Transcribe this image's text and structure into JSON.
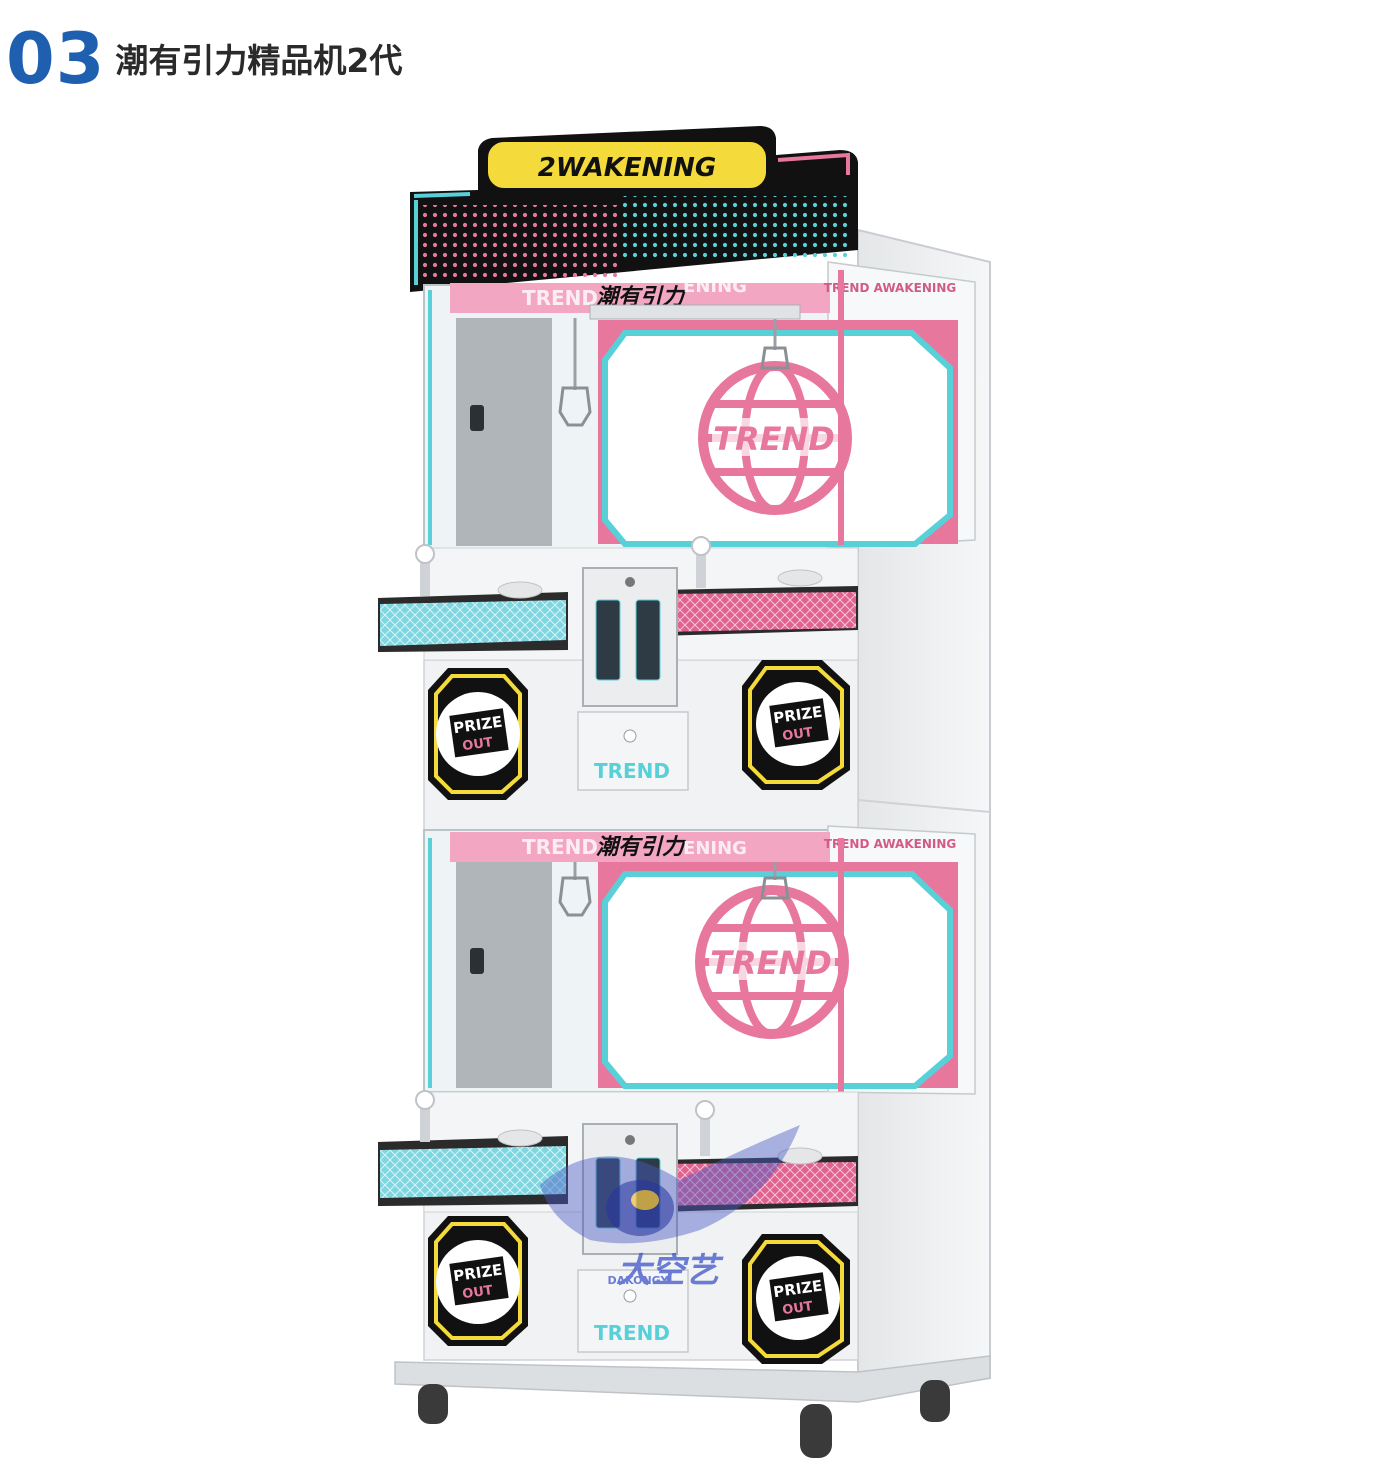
{
  "header": {
    "number": "03",
    "title": "潮有引力精品机2代"
  },
  "marquee": {
    "logo_text": "2WAKENING"
  },
  "top_level": {
    "banner_text": "潮有引力",
    "banner_side_left": "TREND",
    "banner_side_right": "ENING",
    "side_strip_text": "TREND AWAKENING",
    "globe_text": "TREND",
    "prize_left_line1": "PRIZE",
    "prize_left_line2": "OUT",
    "prize_right_line1": "PRIZE",
    "prize_right_line2": "OUT",
    "cash_panel_text": "TREND"
  },
  "bottom_level": {
    "banner_text": "潮有引力",
    "banner_side_left": "TREND",
    "banner_side_right": "ENING",
    "side_strip_text": "TREND AWAKENING",
    "globe_text": "TREND",
    "prize_left_line1": "PRIZE",
    "prize_left_line2": "OUT",
    "prize_right_line1": "PRIZE",
    "prize_right_line2": "OUT",
    "cash_panel_text": "TREND"
  },
  "watermark": {
    "cn": "大空艺",
    "en": "DAKONGYI"
  },
  "colors": {
    "accent_blue": "#1f5fb0",
    "pink": "#e8779e",
    "cyan": "#58d0d8",
    "yellow": "#f4da3a",
    "black": "#111111"
  }
}
